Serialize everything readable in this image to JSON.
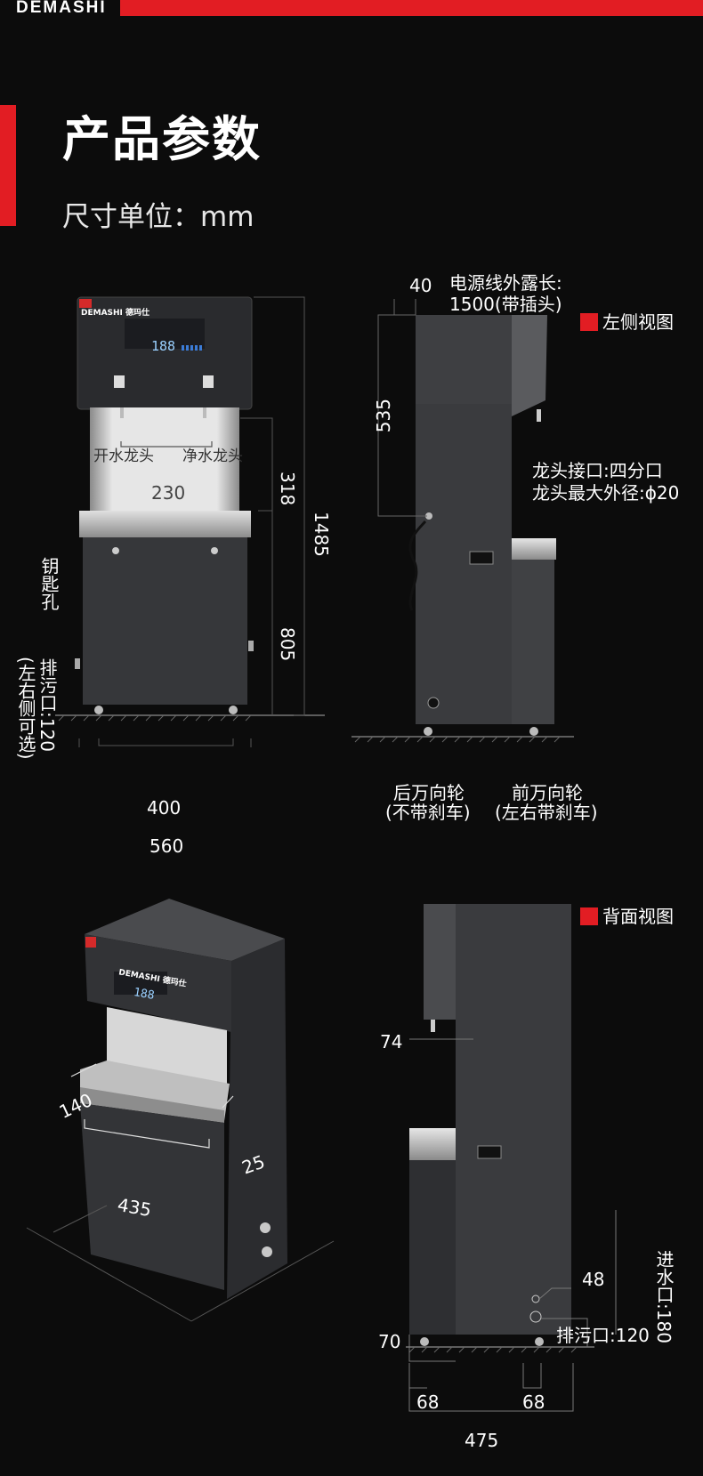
{
  "brand": {
    "name": "DEMASHI"
  },
  "header": {
    "title": "产品参数",
    "unit": "尺寸单位：mm"
  },
  "front_view": {
    "panel_brand": "DEMASHI 德玛仕",
    "display_digits": "188",
    "label_hot_tap": "开水龙头",
    "label_pure_tap": "净水龙头",
    "dim_tap_spacing": "230",
    "dim_upper": "318",
    "dim_lower": "805",
    "dim_total": "1485",
    "label_keyhole": "钥匙孔",
    "label_drain": "排污口:120",
    "label_drain_note": "(左右侧可选)",
    "dim_wheelbase": "400",
    "dim_width": "560"
  },
  "left_view": {
    "legend": "左侧视图",
    "dim_cord_offset": "40",
    "cord_note_line1": "电源线外露长:",
    "cord_note_line2": "1500(带插头)",
    "dim_cord_height": "535",
    "tap_interface": "龙头接口:四分口",
    "tap_max_diameter": "龙头最大外径:ϕ20",
    "rear_caster_line1": "后万向轮",
    "rear_caster_line2": "(不带刹车)",
    "front_caster_line1": "前万向轮",
    "front_caster_line2": "(左右带刹车)"
  },
  "iso_view": {
    "dim_depth": "140",
    "dim_width": "435",
    "dim_height": "25",
    "panel_brand": "DEMASHI 德玛仕",
    "display_digits": "188"
  },
  "back_view": {
    "legend": "背面视图",
    "dim_tap_depth": "74",
    "dim_inlet_offset": "48",
    "label_inlet": "进水口:180",
    "label_drain": "排污口:120",
    "dim_bottom": "70",
    "dim_left": "68",
    "dim_right": "68",
    "dim_total": "475"
  },
  "colors": {
    "accent": "#e21d23",
    "background": "#0c0c0c",
    "body": "#3a3b3e",
    "steel": "#c9c9c9"
  }
}
